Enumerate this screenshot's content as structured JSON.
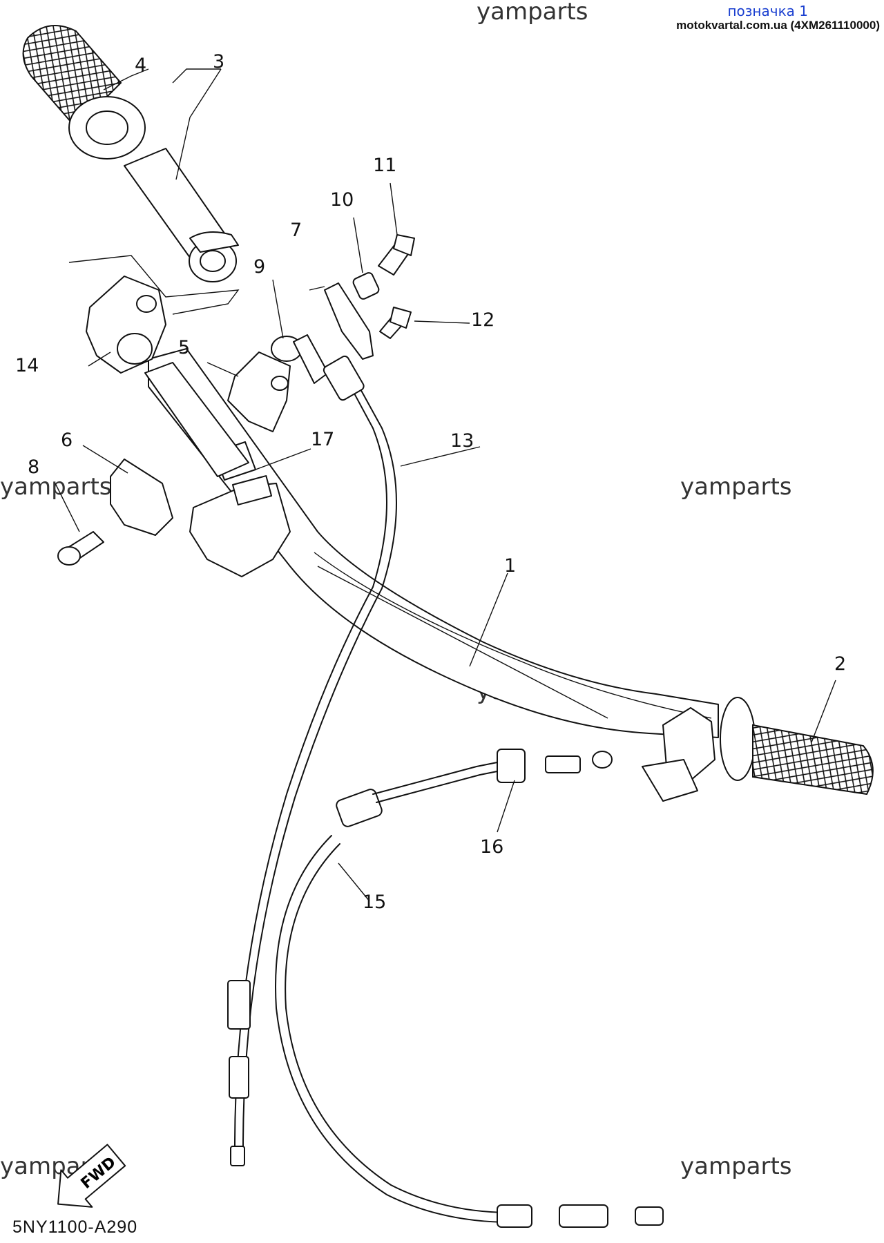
{
  "header": {
    "label": "позначка 1",
    "source": "motokvartal.com.ua (4XM261110000)"
  },
  "watermark": "yamparts",
  "figure_code": "5NY1100-A290",
  "direction_badge": "FWD",
  "callouts": [
    "1",
    "2",
    "3",
    "4",
    "5",
    "6",
    "7",
    "8",
    "9",
    "10",
    "11",
    "12",
    "13",
    "14",
    "15",
    "16",
    "17"
  ]
}
